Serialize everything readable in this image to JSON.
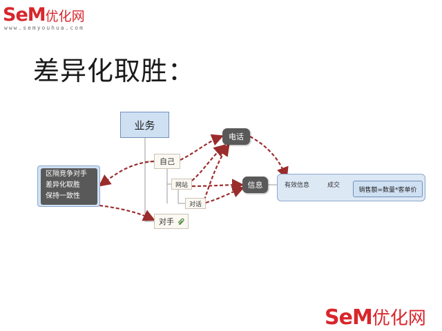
{
  "logo": {
    "sem": "SeM",
    "cn": "优化网",
    "url": "www.semyouhua.com"
  },
  "title": "差异化取胜：",
  "nodes": {
    "yewu": "业务",
    "dianhua": "电话",
    "xinxi": "信息",
    "ziji": "自己",
    "wangzhan": "网站",
    "duihua": "对话",
    "duishou": "对手",
    "left_lines": [
      "区隔竞争对手",
      "差异化取胜",
      "保持一致性"
    ],
    "youxiao": "有效信息",
    "chengjiao": "成交",
    "xiaoshou": "销售额=数量*客单价"
  },
  "bottom_logo": {
    "sem": "SeM",
    "cn": "优化网"
  },
  "colors": {
    "arrow": "#9b2c2c",
    "brand": "#d8262c",
    "dark_node": "#595959",
    "light_blue": "#cfe0f3"
  }
}
